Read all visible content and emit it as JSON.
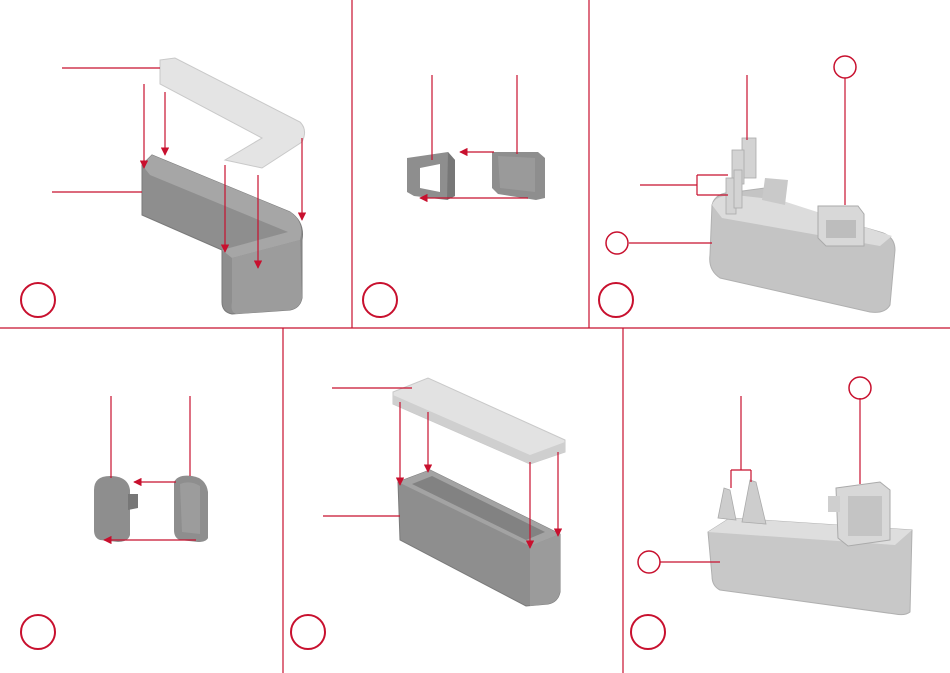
{
  "colors": {
    "accent": "#c8102e",
    "part_dark": "#8a8a8a",
    "part_mid": "#a8a8a8",
    "part_light": "#d6d6d6",
    "part_cap": "#e6e6e6",
    "background": "#ffffff"
  },
  "panels": [
    {
      "id": "panel-1",
      "step": ""
    },
    {
      "id": "panel-2",
      "step": ""
    },
    {
      "id": "panel-3",
      "step": ""
    },
    {
      "id": "panel-4",
      "step": ""
    },
    {
      "id": "panel-5",
      "step": ""
    },
    {
      "id": "panel-6",
      "step": ""
    }
  ]
}
